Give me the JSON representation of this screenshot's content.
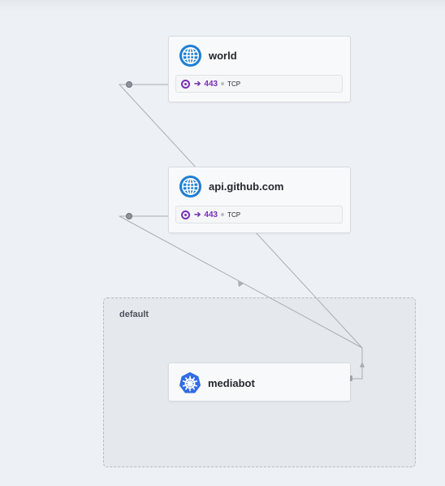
{
  "namespace": {
    "label": "default"
  },
  "nodes": {
    "world": {
      "title": "world",
      "icon": "globe-icon",
      "port": {
        "arrow": "➔",
        "number": "443",
        "protocol": "TCP"
      }
    },
    "api": {
      "title": "api.github.com",
      "icon": "globe-icon",
      "port": {
        "arrow": "➔",
        "number": "443",
        "protocol": "TCP"
      }
    },
    "mediabot": {
      "title": "mediabot",
      "icon": "kubernetes-icon"
    }
  },
  "edges": [
    {
      "from": "mediabot",
      "to": "world",
      "port": "443"
    },
    {
      "from": "mediabot",
      "to": "api",
      "port": "443"
    }
  ],
  "colors": {
    "background": "#edf0f4",
    "globe": "#1f7fd4",
    "kubernetes": "#326ce5",
    "port_accent": "#7a2fb5",
    "edge": "#a9aeb5"
  }
}
